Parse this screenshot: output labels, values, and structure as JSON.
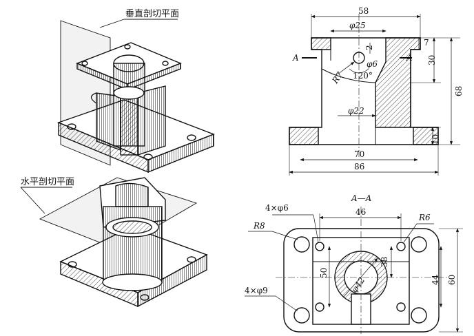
{
  "labels": {
    "vertical_cut_plane": "垂直剖切平面",
    "horizontal_cut_plane": "水平剖切平面",
    "section_title": "A—A",
    "section_mark_left": "A",
    "section_mark_right": "A"
  },
  "front_view_dims": {
    "width_top": "58",
    "bore_top": "φ25",
    "hole_small": "φ6",
    "fillet": "R7",
    "angle": "120°",
    "bore_lower": "φ22",
    "dim_2": "2",
    "dim_7": "7",
    "dim_30": "30",
    "dim_68": "68",
    "dim_10": "10",
    "dim_70": "70",
    "dim_86": "86"
  },
  "section_view_dims": {
    "width_46": "46",
    "holes_small": "4×φ6",
    "holes_large": "4×φ9",
    "radius_8": "R8",
    "radius_6": "R6",
    "dim_50": "50",
    "dim_38": "38",
    "dim_44": "44",
    "dim_60": "60",
    "bore_42": "φ42"
  },
  "colors": {
    "ink": "#111111",
    "paper": "#ffffff",
    "glass_plane": "#f2f2f2"
  }
}
